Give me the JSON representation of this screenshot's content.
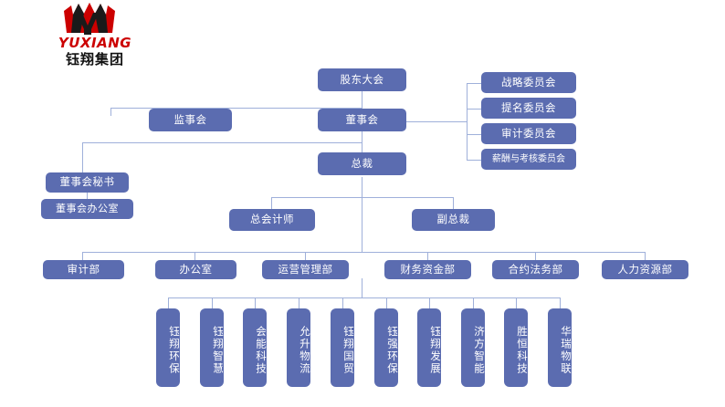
{
  "logo": {
    "wordmark": "YUXIANG",
    "company_name_cn": "钰翔集团",
    "mark_colors": [
      "#cc0000",
      "#1a1a1a"
    ],
    "wordmark_color": "#cc0000"
  },
  "chart": {
    "type": "org-chart",
    "node_color": "#5b6cb0",
    "line_color": "#9fb0da",
    "text_color": "#ffffff",
    "levels": {
      "shareholders": {
        "label": "股东大会"
      },
      "supervisory": {
        "label": "监事会"
      },
      "board": {
        "label": "董事会"
      },
      "president": {
        "label": "总裁"
      },
      "board_secretary": {
        "label": "董事会秘书"
      },
      "board_office": {
        "label": "董事会办公室"
      },
      "chief_accountant": {
        "label": "总会计师"
      },
      "vice_president": {
        "label": "副总裁"
      }
    },
    "committees": [
      {
        "label": "战略委员会"
      },
      {
        "label": "提名委员会"
      },
      {
        "label": "审计委员会"
      },
      {
        "label": "薪酬与考核委员会"
      }
    ],
    "departments": [
      {
        "label": "审计部"
      },
      {
        "label": "办公室"
      },
      {
        "label": "运营管理部"
      },
      {
        "label": "财务资金部"
      },
      {
        "label": "合约法务部"
      },
      {
        "label": "人力资源部"
      }
    ],
    "subsidiaries": [
      {
        "label": "钰翔环保"
      },
      {
        "label": "钰翔智慧"
      },
      {
        "label": "会能科技"
      },
      {
        "label": "允升物流"
      },
      {
        "label": "钰翔国贸"
      },
      {
        "label": "钰强环保"
      },
      {
        "label": "钰翔发展"
      },
      {
        "label": "济方智能"
      },
      {
        "label": "胜恒科技"
      },
      {
        "label": "华瑞物联"
      }
    ]
  }
}
